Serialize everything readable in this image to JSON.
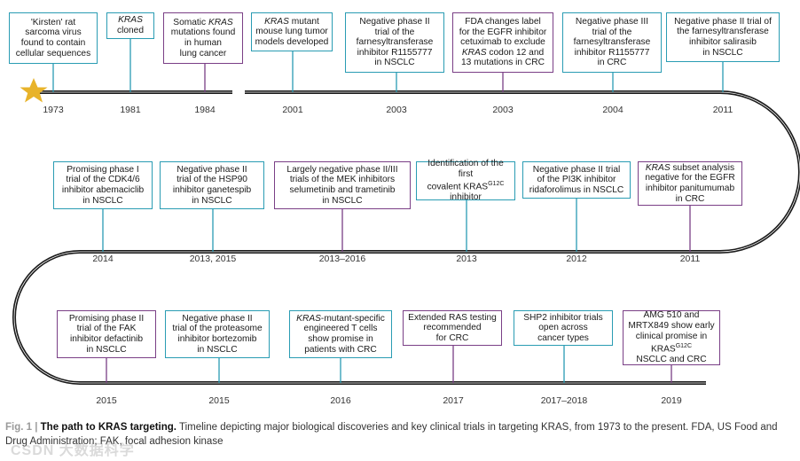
{
  "colors": {
    "teal": "#2a9cb3",
    "purple": "#7a3f86",
    "track": "#1a1a1a",
    "star": "#e8b32a"
  },
  "row1": {
    "events": [
      {
        "year": "1973",
        "lines": [
          "'Kirsten' rat",
          "sarcoma virus",
          "found to contain",
          "cellular sequences"
        ],
        "color": "teal"
      },
      {
        "year": "1981",
        "lines": [
          "KRAS",
          "cloned"
        ],
        "color": "teal"
      },
      {
        "year": "1984",
        "lines": [
          "Somatic KRAS",
          "mutations found",
          "in human",
          "lung cancer"
        ],
        "color": "purple"
      },
      {
        "year": "2001",
        "lines": [
          "KRAS mutant",
          "mouse lung tumor",
          "models developed"
        ],
        "color": "teal"
      },
      {
        "year": "2003",
        "lines": [
          "Negative phase II",
          "trial of the",
          "farnesyltransferase",
          "inhibitor R1155777",
          "in NSCLC"
        ],
        "color": "teal"
      },
      {
        "year": "2003",
        "lines": [
          "FDA changes label",
          "for the EGFR inhibitor",
          "cetuximab to exclude",
          "KRAS codon 12 and",
          "13 mutations in CRC"
        ],
        "color": "purple"
      },
      {
        "year": "2004",
        "lines": [
          "Negative phase III",
          "trial of the",
          "farnesyltransferase",
          "inhibitor R1155777",
          "in CRC"
        ],
        "color": "teal"
      },
      {
        "year": "2011",
        "lines": [
          "Negative phase II trial of",
          "the farnesyltransferase",
          "inhibitor salirasib",
          "in NSCLC"
        ],
        "color": "teal"
      }
    ]
  },
  "row2": {
    "events": [
      {
        "year": "2014",
        "lines": [
          "Promising phase I",
          "trial of the CDK4/6",
          "inhibitor abemaciclib",
          "in NSCLC"
        ],
        "color": "teal"
      },
      {
        "year": "2013, 2015",
        "lines": [
          "Negative phase II",
          "trial of the HSP90",
          "inhibitor ganetespib",
          "in NSCLC"
        ],
        "color": "teal"
      },
      {
        "year": "2013–2016",
        "lines": [
          "Largely negative phase II/III",
          "trials of the MEK inhibitors",
          "selumetinib and trametinib",
          "in NSCLC"
        ],
        "color": "purple"
      },
      {
        "year": "2013",
        "lines": [
          "Identification of the first",
          "covalent KRAS G12C",
          "inhibitor"
        ],
        "color": "teal"
      },
      {
        "year": "2012",
        "lines": [
          "Negative phase II trial",
          "of the PI3K inhibitor",
          "ridaforolimus in NSCLC"
        ],
        "color": "teal"
      },
      {
        "year": "2011",
        "lines": [
          "KRAS subset analysis",
          "negative for the EGFR",
          "inhibitor panitumumab",
          "in CRC"
        ],
        "color": "purple"
      }
    ]
  },
  "row3": {
    "events": [
      {
        "year": "2015",
        "lines": [
          "Promising phase II",
          "trial of the FAK",
          "inhibitor defactinib",
          "in NSCLC"
        ],
        "color": "purple"
      },
      {
        "year": "2015",
        "lines": [
          "Negative phase II",
          "trial of the proteasome",
          "inhibitor bortezomib",
          "in NSCLC"
        ],
        "color": "teal"
      },
      {
        "year": "2016",
        "lines": [
          "KRAS-mutant-specific",
          "engineered T cells",
          "show promise in",
          "patients with CRC"
        ],
        "color": "teal"
      },
      {
        "year": "2017",
        "lines": [
          "Extended RAS testing",
          "recommended",
          "for CRC"
        ],
        "color": "purple"
      },
      {
        "year": "2017–2018",
        "lines": [
          "SHP2 inhibitor trials",
          "open across",
          "cancer types"
        ],
        "color": "teal"
      },
      {
        "year": "2019",
        "lines": [
          "AMG 510 and",
          "MRTX849 show early",
          "clinical promise in",
          "KRAS G12C",
          "NSCLC and CRC"
        ],
        "color": "purple"
      }
    ]
  },
  "caption": {
    "figno": "Fig. 1 |",
    "title": "The path to KRAS targeting.",
    "text": "Timeline depicting major biological discoveries and key clinical trials in targeting KRAS, from 1973 to the present. FDA, US Food and Drug Administration; FAK, focal adhesion kinase"
  },
  "watermark": "CSDN 大数据科学"
}
